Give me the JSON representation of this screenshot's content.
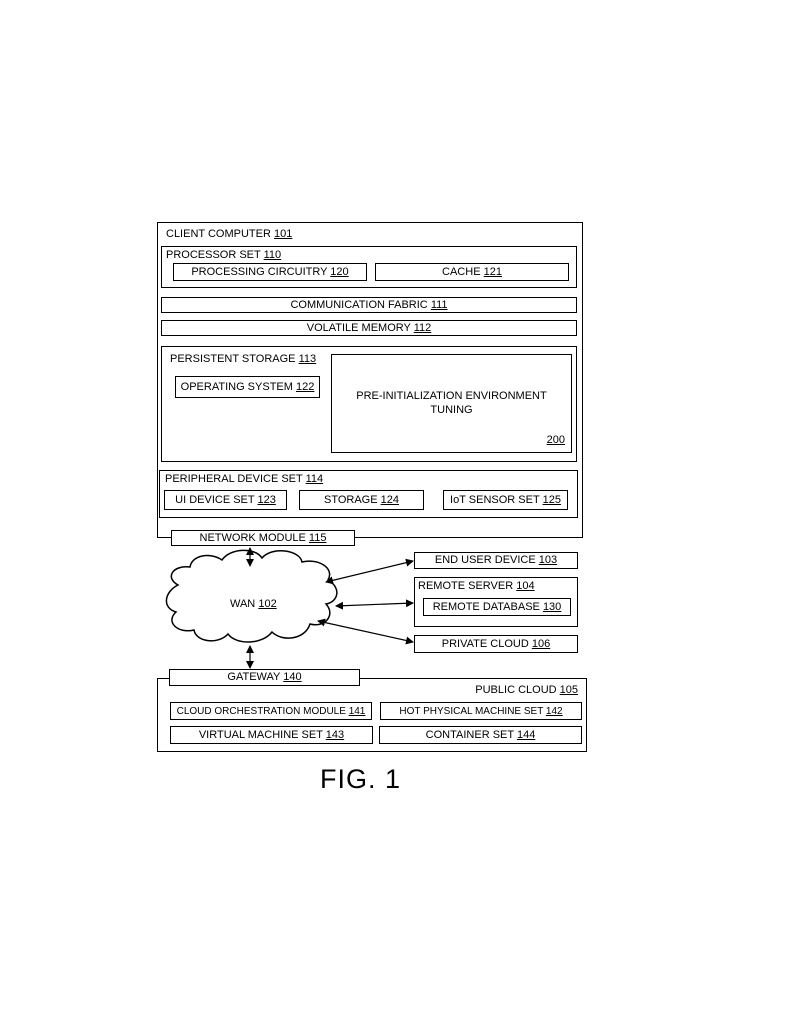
{
  "client_computer": {
    "label": "CLIENT COMPUTER",
    "ref": "101"
  },
  "processor_set": {
    "label": "PROCESSOR SET",
    "ref": "110"
  },
  "processing_circuitry": {
    "label": "PROCESSING CIRCUITRY",
    "ref": "120"
  },
  "cache": {
    "label": "CACHE",
    "ref": "121"
  },
  "communication_fabric": {
    "label": "COMMUNICATION FABRIC",
    "ref": "111"
  },
  "volatile_memory": {
    "label": "VOLATILE MEMORY",
    "ref": "112"
  },
  "persistent_storage": {
    "label": "PERSISTENT STORAGE",
    "ref": "113"
  },
  "operating_system": {
    "label": "OPERATING SYSTEM",
    "ref": "122"
  },
  "pre_init": {
    "line1": "PRE-INITIALIZATION ENVIRONMENT",
    "line2": "TUNING",
    "ref": "200"
  },
  "peripheral_device_set": {
    "label": "PERIPHERAL DEVICE SET",
    "ref": "114"
  },
  "ui_device_set": {
    "label": "UI DEVICE SET",
    "ref": "123"
  },
  "storage": {
    "label": "STORAGE",
    "ref": "124"
  },
  "iot_sensor_set": {
    "label": "IoT SENSOR SET",
    "ref": "125"
  },
  "network_module": {
    "label": "NETWORK MODULE",
    "ref": "115"
  },
  "wan": {
    "label": "WAN",
    "ref": "102"
  },
  "end_user_device": {
    "label": "END USER DEVICE",
    "ref": "103"
  },
  "remote_server": {
    "label": "REMOTE SERVER",
    "ref": "104"
  },
  "remote_database": {
    "label": "REMOTE DATABASE",
    "ref": "130"
  },
  "private_cloud": {
    "label": "PRIVATE CLOUD",
    "ref": "106"
  },
  "gateway": {
    "label": "GATEWAY",
    "ref": "140"
  },
  "public_cloud": {
    "label": "PUBLIC CLOUD",
    "ref": "105"
  },
  "cloud_orchestration_module": {
    "label": "CLOUD ORCHESTRATION MODULE",
    "ref": "141"
  },
  "host_physical_machine_set": {
    "label": "HOT PHYSICAL MACHINE SET",
    "ref": "142"
  },
  "virtual_machine_set": {
    "label": "VIRTUAL MACHINE SET",
    "ref": "143"
  },
  "container_set": {
    "label": "CONTAINER SET",
    "ref": "144"
  },
  "figure_caption": "FIG. 1"
}
